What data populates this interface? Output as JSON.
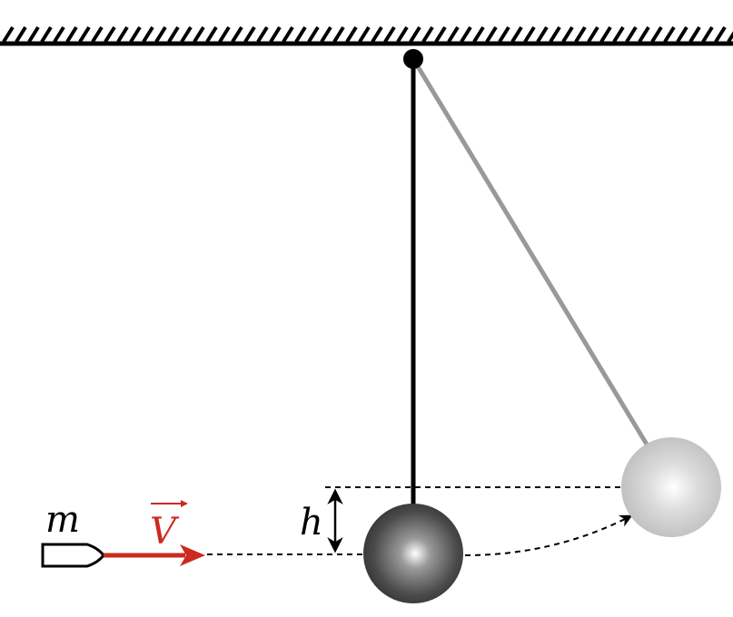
{
  "labels": {
    "mass": "m",
    "velocity": "V",
    "height": "h"
  },
  "colors": {
    "line": "#000000",
    "rope_displaced": "#999999",
    "velocity": "#cc2a1e",
    "ball_dark": "#505050",
    "ball_light": "#cfcfcf"
  }
}
